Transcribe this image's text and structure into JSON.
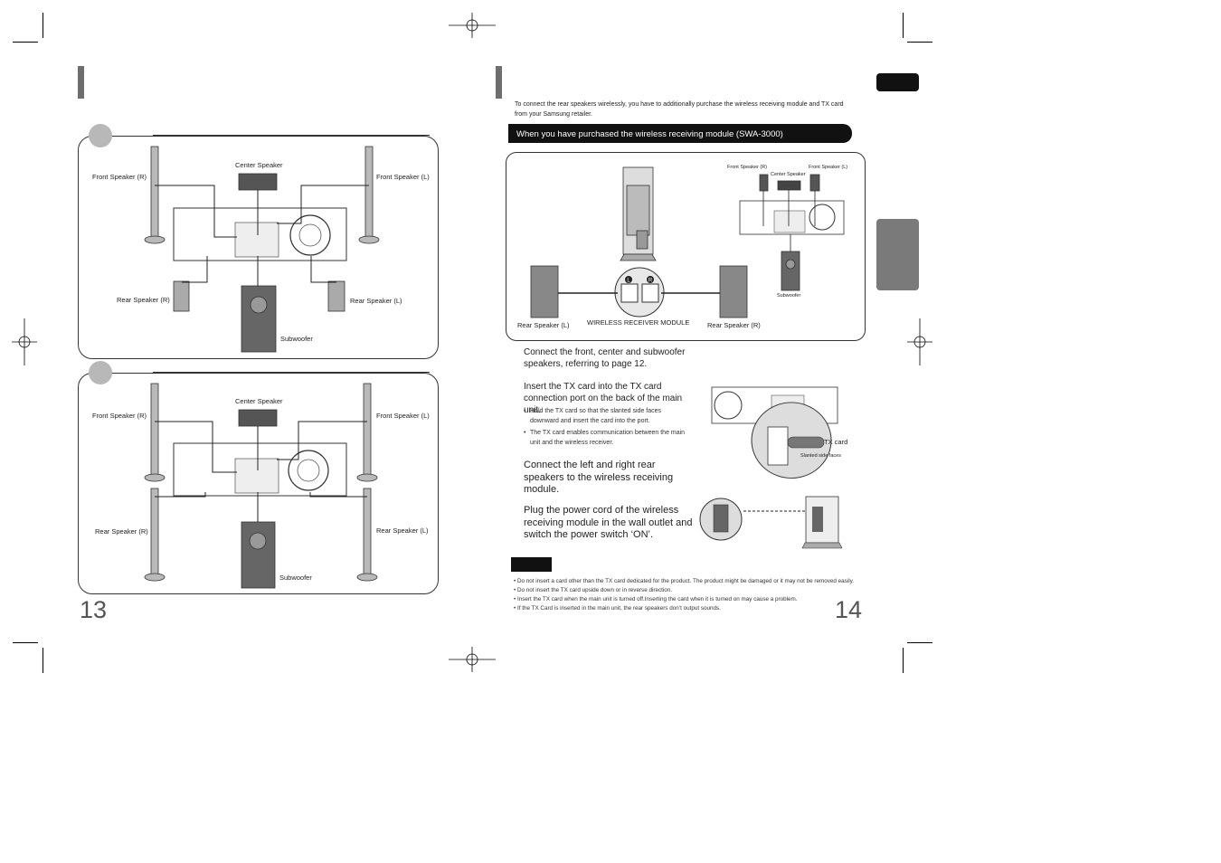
{
  "left_page": {
    "page_number": "13",
    "diagram_top": {
      "center": "Center Speaker",
      "front_r": "Front Speaker (R)",
      "front_l": "Front Speaker (L)",
      "rear_r": "Rear Speaker (R)",
      "rear_l": "Rear Speaker (L)",
      "sub": "Subwoofer"
    },
    "diagram_bottom": {
      "center": "Center Speaker",
      "front_r": "Front Speaker (R)",
      "front_l": "Front Speaker (L)",
      "rear_r": "Rear Speaker (R)",
      "rear_l": "Rear Speaker (L)",
      "sub": "Subwoofer"
    }
  },
  "right_page": {
    "page_number": "14",
    "intro": "To connect the rear speakers wirelessly, you have to additionally purchase the wireless receiving module and TX card from your Samsung retailer.",
    "banner": "When you have purchased the wireless receiving module (SWA-3000)",
    "diagram": {
      "rear_l": "Rear Speaker (L)",
      "rear_r": "Rear Speaker (R)",
      "module": "WIRELESS RECEIVER MODULE",
      "front_r": "Front Speaker (R)",
      "front_l": "Front Speaker (L)",
      "center": "Center Speaker",
      "sub": "Subwoofer",
      "port_l": "L",
      "port_r": "R"
    },
    "step1": "Connect the front, center and subwoofer speakers, referring to page 12.",
    "step2": "Insert the TX card into the TX card connection port on the back of the main unit.",
    "step2_bullets": [
      "Hold the TX card so that the slanted side faces downward and insert the card into the port.",
      "The TX card enables communication between the main unit and the wireless receiver."
    ],
    "tx_card_label": "TX card",
    "slanted_label": "Slanted side faces",
    "step3": "Connect the left and right rear speakers to the wireless receiving module.",
    "step4": "Plug the power cord of the wireless receiving module in the wall outlet and switch the power switch ‘ON’.",
    "notes": [
      "Do not insert a card other than the TX card dedicated for the product. The product might be damaged or it may not be removed easily.",
      "Do not insert the TX card upside down or in reverse direction.",
      "Insert the TX card when the main unit is turned off.Inserting the card when it is turned on may cause a problem.",
      "If the TX Card is inserted in the main unit, the rear speakers don’t output sounds."
    ]
  },
  "colors": {
    "banner_bg": "#111111",
    "banner_text": "#ffffff",
    "tab": "#7a7a7a",
    "circle": "#b8b8b8"
  }
}
